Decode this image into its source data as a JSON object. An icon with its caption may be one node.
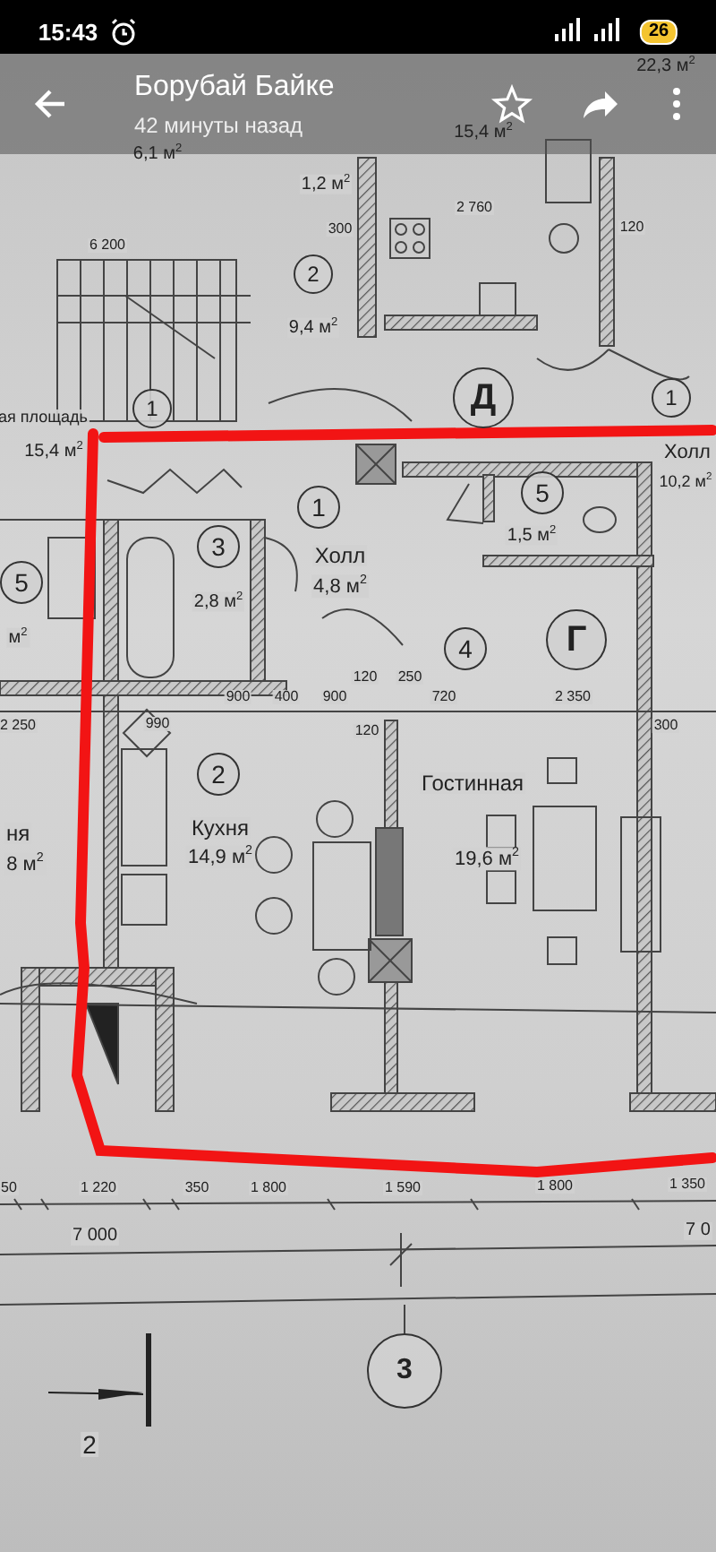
{
  "diagram": {
    "labels": [
      "15:43",
      "26",
      "Борубай Байке",
      "42 минуты назад",
      "6,1 м$^{2}$",
      "1,2 м$^{2}$",
      "15,4 м$^{2}$",
      "22,3 м$^{2}$",
      "6 200",
      "2 760",
      "300",
      "120",
      "2",
      "9,4 м$^{2}$",
      "Д",
      "ая площадь",
      "1",
      "1",
      "15,4 м$^{2}$",
      "Холл",
      "10,2 м$^{2}$",
      "1",
      "Холл",
      "4,8 м$^{2}$",
      "5",
      "1,5 м$^{2}$",
      "5",
      "3",
      "2,8 м$^{2}$",
      "м$^{2}$",
      "4",
      "Г",
      "120",
      "250",
      "720",
      "2 350",
      "2 250",
      "990",
      "900",
      "400",
      "900",
      "300",
      "120",
      "2",
      "Кухня",
      "14,9 м$^{2}$",
      "Гостинная",
      "19,6 м$^{2}$",
      "ня",
      "8 м$^{2}$",
      "50",
      "1 220",
      "350",
      "1 800",
      "1 590",
      "1 800",
      "1 350",
      "7 000",
      "7 0",
      "3",
      "2"
    ]
  }
}
